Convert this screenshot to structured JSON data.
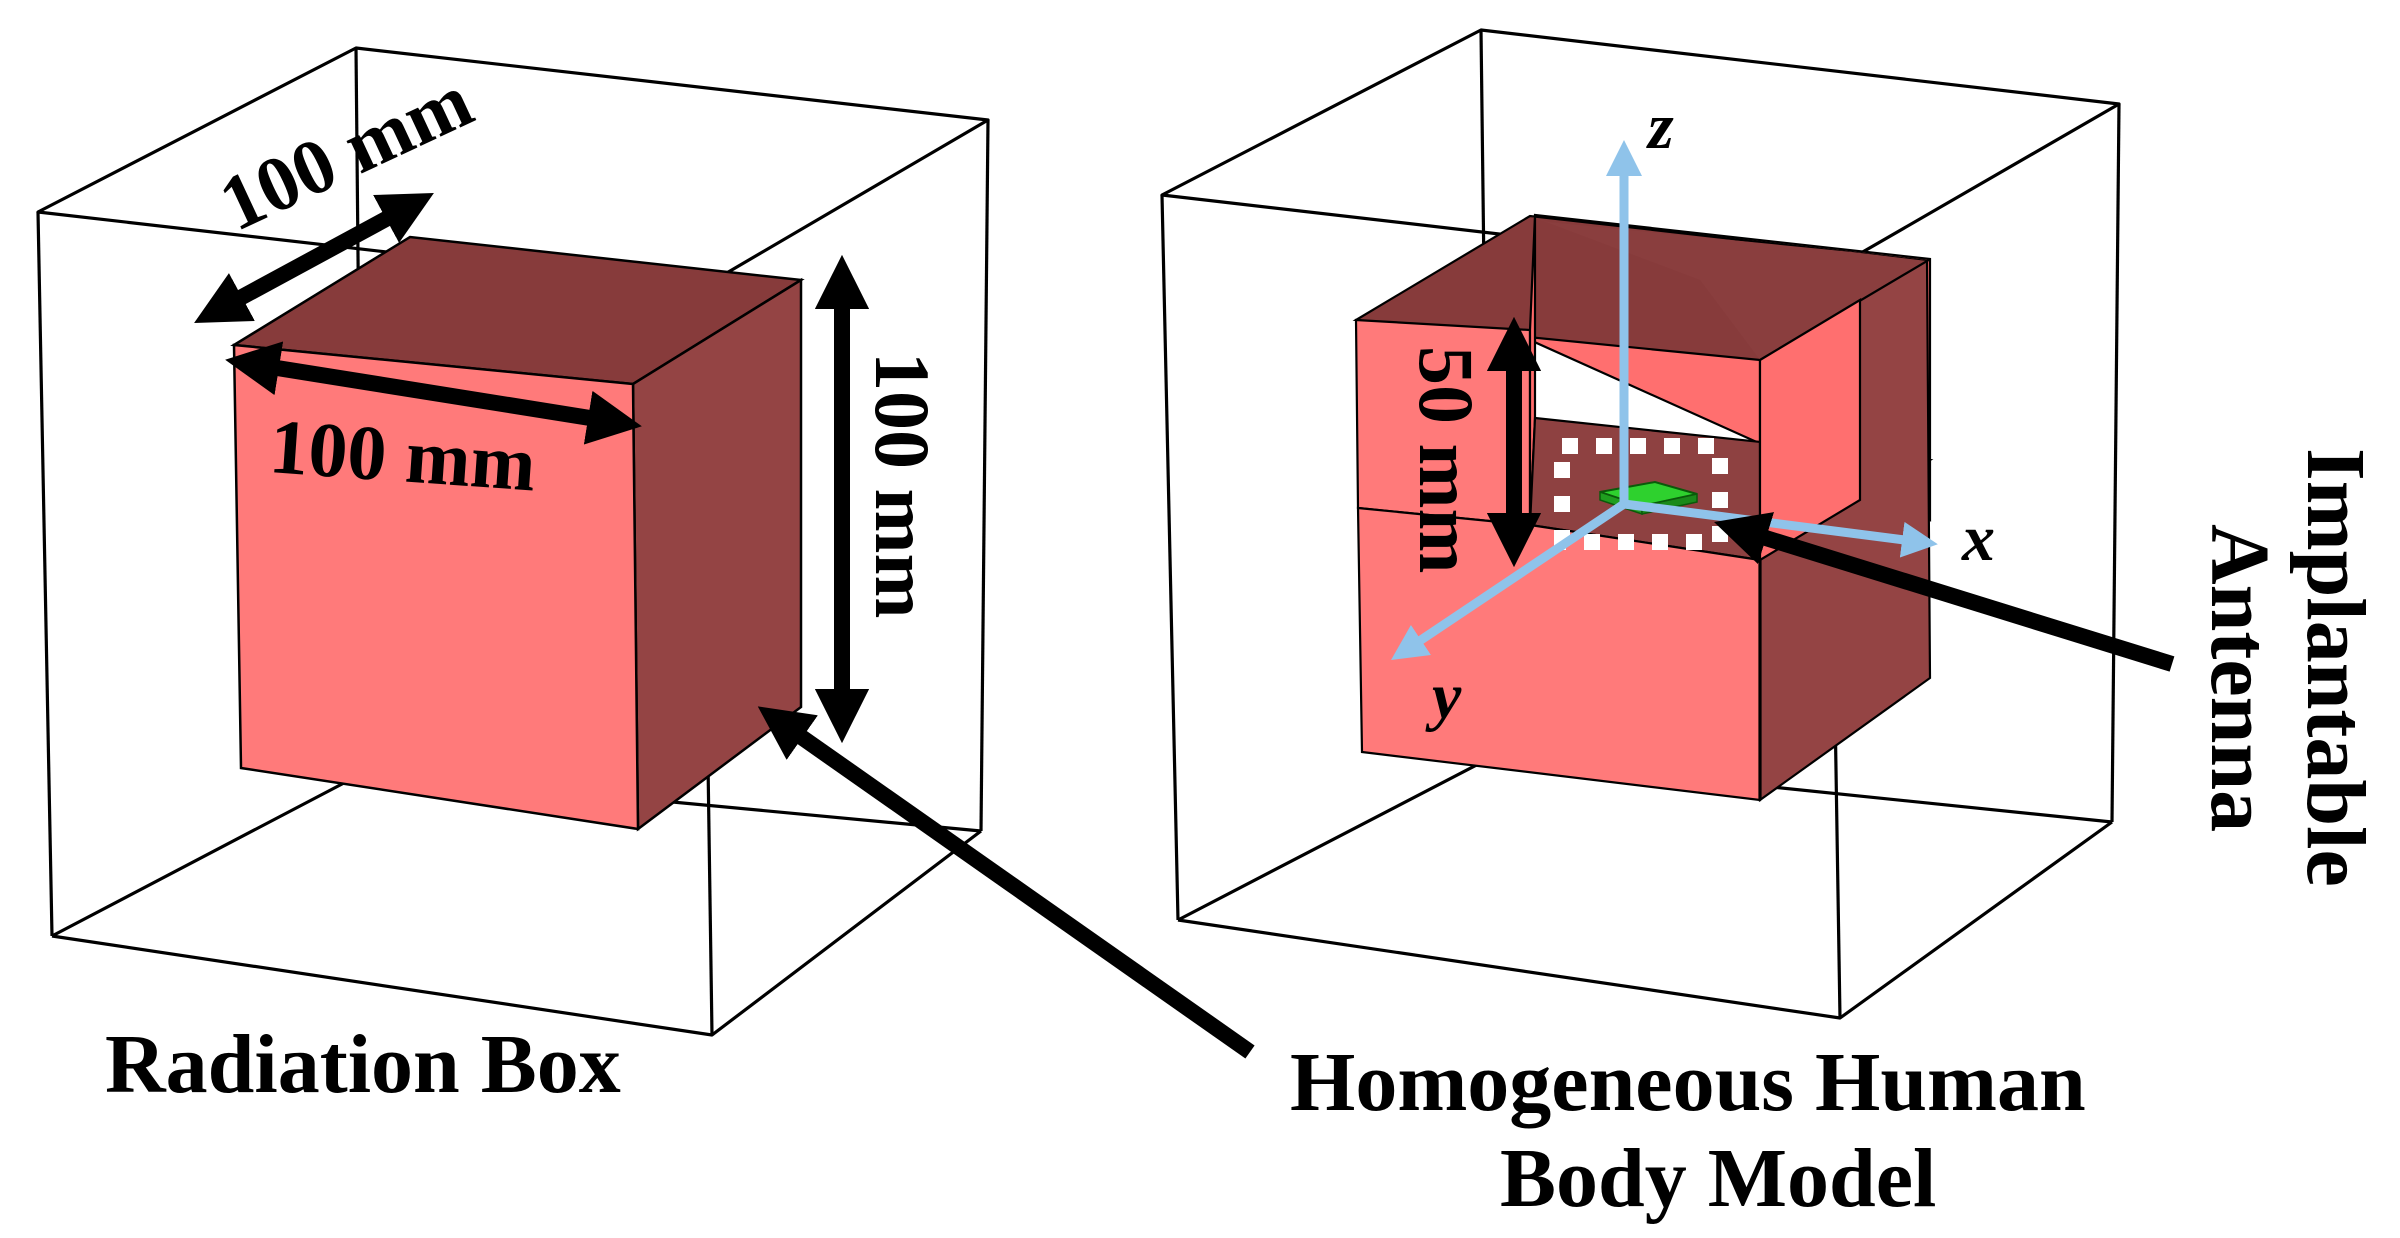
{
  "colors": {
    "cube_front": "#FF7A7A",
    "cube_top": "#873B3B",
    "cube_side": "#944444",
    "cut_front": "#FF7272",
    "cut_floor": "#8E4141",
    "axes": "#8FC3EA",
    "antenna": "#2ED12E",
    "outline": "#000000"
  },
  "left_panel": {
    "dim_top": "100 mm",
    "dim_front": "100 mm",
    "dim_side": "100 mm",
    "caption": "Radiation Box"
  },
  "right_panel": {
    "dim_half": "50 mm",
    "axis_x": "x",
    "axis_y": "y",
    "axis_z": "z",
    "antenna_label_line1": "Implantable",
    "antenna_label_line2": "Antenna"
  },
  "shared": {
    "caption_line1": "Homogeneous Human",
    "caption_line2": "Body Model"
  },
  "icons": [
    "double-arrow-icon",
    "pointer-arrow-icon",
    "axis-arrow-icon"
  ]
}
